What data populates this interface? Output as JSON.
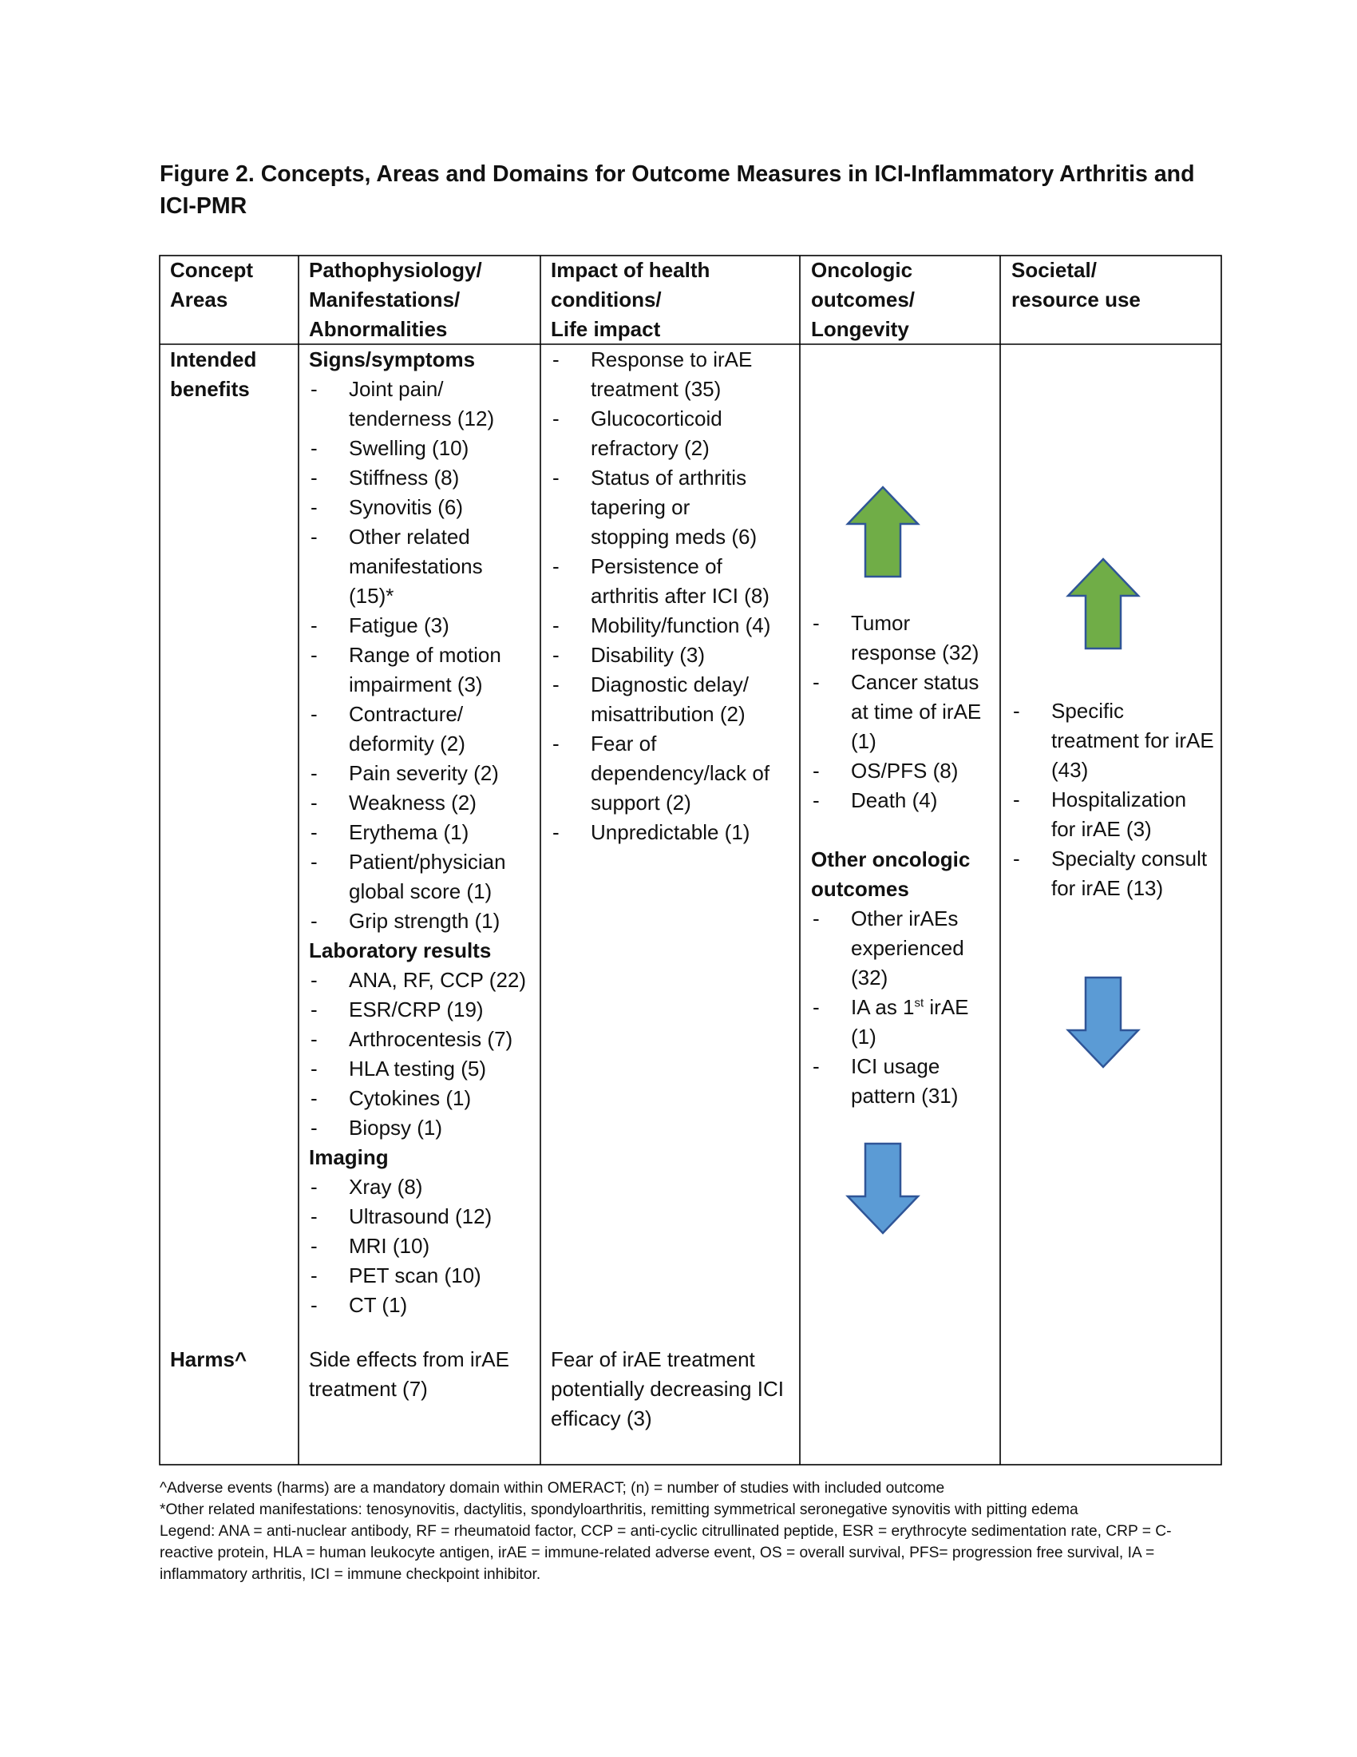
{
  "figure_title": "Figure 2. Concepts, Areas and Domains for Outcome Measures in ICI-Inflammatory Arthritis and ICI-PMR",
  "table": {
    "headers": {
      "concept_areas": [
        "Concept",
        "Areas"
      ],
      "pathophysiology": [
        "Pathophysiology/",
        "Manifestations/",
        "Abnormalities"
      ],
      "impact": [
        "Impact of health",
        "conditions/",
        "Life impact"
      ],
      "oncologic": [
        "Oncologic",
        "outcomes/",
        "Longevity"
      ],
      "societal": [
        "Societal/",
        "resource use"
      ]
    },
    "intended_benefits": {
      "row_label_line1": "Intended",
      "row_label_line2": "benefits",
      "pathophysiology": {
        "signs_heading": "Signs/symptoms",
        "signs": [
          "Joint pain/ tenderness (12)",
          "Swelling (10)",
          "Stiffness (8)",
          "Synovitis (6)",
          "Other related manifestations (15)*",
          "Fatigue (3)",
          "Range of motion impairment (3)",
          "Contracture/ deformity (2)",
          "Pain severity (2)",
          "Weakness (2)",
          "Erythema (1)",
          "Patient/physician global score (1)",
          "Grip strength (1)"
        ],
        "lab_heading": "Laboratory results",
        "lab": [
          "ANA, RF, CCP (22)",
          "ESR/CRP (19)",
          "Arthrocentesis (7)",
          "HLA testing (5)",
          "Cytokines (1)",
          "Biopsy (1)"
        ],
        "imaging_heading": "Imaging",
        "imaging": [
          "Xray (8)",
          "Ultrasound (12)",
          "MRI (10)",
          "PET scan (10)",
          "CT (1)"
        ]
      },
      "impact": [
        "Response to irAE treatment (35)",
        "Glucocorticoid refractory (2)",
        "Status of arthritis tapering or stopping meds (6)",
        "Persistence of arthritis after ICI (8)",
        "Mobility/function (4)",
        "Disability (3)",
        "Diagnostic delay/ misattribution (2)",
        "Fear of dependency/lack of support (2)",
        "Unpredictable (1)"
      ],
      "oncologic": {
        "items": [
          "Tumor response (32)",
          "Cancer status at time of irAE (1)",
          "OS/PFS (8)",
          "Death (4)"
        ],
        "other_heading_line1": "Other oncologic",
        "other_heading_line2": "outcomes",
        "other_item1": "Other irAEs experienced (32)",
        "other_item2_prefix": "IA as 1",
        "other_item2_sup": "st",
        "other_item2_suffix": " irAE (1)",
        "other_item3": "ICI usage pattern (31)"
      },
      "societal": [
        "Specific treatment for irAE (43)",
        "Hospitalization for irAE (3)",
        "Specialty consult for irAE (13)"
      ]
    },
    "harms": {
      "row_label": "Harms^",
      "pathophysiology": "Side effects from irAE treatment (7)",
      "impact": "Fear of irAE treatment potentially decreasing ICI efficacy (3)"
    }
  },
  "colors": {
    "up_arrow_fill": "#70ad47",
    "down_arrow_fill": "#5b9bd5",
    "arrow_stroke": "#2f5597",
    "border": "#000000"
  },
  "footnotes": {
    "harms_note": "^Adverse events (harms) are a mandatory domain within OMERACT; (n) = number of studies with included outcome",
    "other_manifestations_note": "*Other related manifestations: tenosynovitis, dactylitis, spondyloarthritis, remitting symmetrical seronegative synovitis with pitting edema",
    "legend": "Legend: ANA = anti-nuclear antibody, RF = rheumatoid factor, CCP = anti-cyclic citrullinated peptide, ESR = erythrocyte sedimentation rate, CRP = C-reactive protein, HLA = human leukocyte antigen, irAE = immune-related adverse event, OS = overall survival, PFS= progression free survival, IA = inflammatory arthritis, ICI = immune checkpoint inhibitor."
  }
}
